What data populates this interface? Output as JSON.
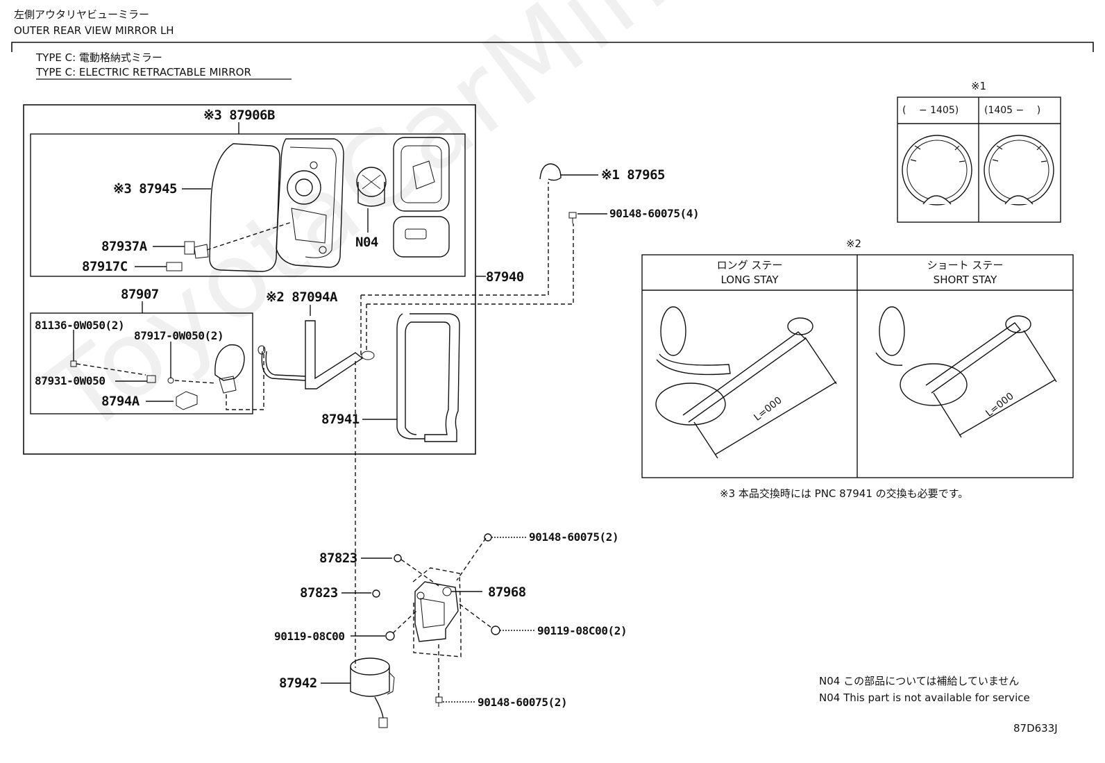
{
  "header": {
    "title_jp": "左側アウタリヤビューミラー",
    "title_en": "OUTER REAR VIEW MIRROR LH",
    "type_jp": "TYPE C: 電動格納式ミラー",
    "type_en": "TYPE C: ELECTRIC RETRACTABLE MIRROR"
  },
  "parts": {
    "p87906B": "※3 87906B",
    "p87945": "※3 87945",
    "p87937A": "87937A",
    "p87917C": "87917C",
    "pN04": "N04",
    "p87940": "87940",
    "p87907": "87907",
    "p81136": "81136-0W050(2)",
    "p87917_0W050": "87917-0W050(2)",
    "p87931": "87931-0W050",
    "p8794A": "8794A",
    "p87094A": "※2 87094A",
    "p87941": "87941",
    "p87965": "※1 87965",
    "p90148_4": "90148-60075(4)",
    "p90148_2a": "90148-60075(2)",
    "p87823a": "87823",
    "p87823b": "87823",
    "p87968": "87968",
    "p90119_2": "90119-08C00(2)",
    "p90119": "90119-08C00",
    "p87942": "87942",
    "p90148_2b": "90148-60075(2)"
  },
  "table1": {
    "title": "※1",
    "col1": "(　 − 1405)",
    "col2": "(1405 −　 )"
  },
  "table2": {
    "title": "※2",
    "col1_jp": "ロング ステー",
    "col1_en": "LONG STAY",
    "col2_jp": "ショート ステー",
    "col2_en": "SHORT STAY",
    "dim1": "L=000",
    "dim2": "L=000"
  },
  "notes": {
    "note3": "※3 本品交換時には PNC 87941 の交換も必要です。",
    "n04_jp": "N04 この部品については補給していません",
    "n04_en": "N04 This part is not available for service",
    "code": "87D633J"
  },
  "watermark": "ToyotaCarMine.ru"
}
